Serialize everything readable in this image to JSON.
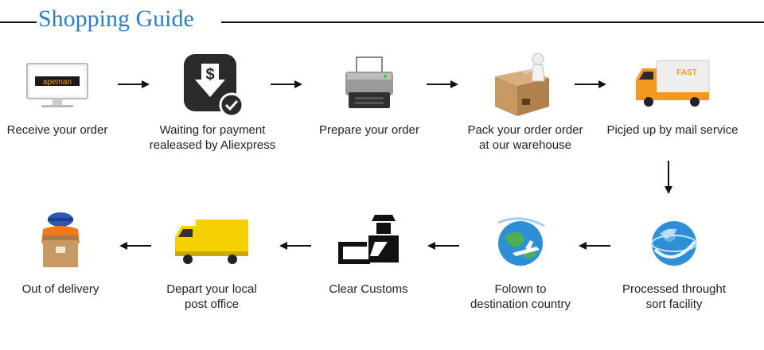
{
  "header": {
    "title": "Shopping Guide"
  },
  "steps": [
    {
      "label_lines": [
        "Receive your order"
      ],
      "icon": "monitor-icon",
      "brand": "apeman"
    },
    {
      "label_lines": [
        "Waiting for payment",
        "realeased by Aliexpress"
      ],
      "icon": "payment-icon"
    },
    {
      "label_lines": [
        "Prepare your order"
      ],
      "icon": "printer-icon"
    },
    {
      "label_lines": [
        "Pack your order order",
        "at our warehouse"
      ],
      "icon": "packing-box-icon"
    },
    {
      "label_lines": [
        "Picjed up by mail service"
      ],
      "icon": "delivery-truck-icon",
      "brand": "FAST"
    },
    {
      "label_lines": [
        "Processed throught",
        "sort facility"
      ],
      "icon": "globe-icon"
    },
    {
      "label_lines": [
        "Folown to",
        "destination country"
      ],
      "icon": "earth-plane-icon"
    },
    {
      "label_lines": [
        "Clear Customs"
      ],
      "icon": "customs-officer-icon"
    },
    {
      "label_lines": [
        "Depart your local",
        "post office"
      ],
      "icon": "yellow-truck-icon"
    },
    {
      "label_lines": [
        "Out of delivery"
      ],
      "icon": "courier-icon"
    }
  ],
  "colors": {
    "title": "#2c7fc6",
    "line": "#111111",
    "truck_orange": "#f39a1e",
    "truck_yellow": "#f6d000",
    "globe_blue": "#2e8fd6",
    "box_brown": "#c69862",
    "dark_icon": "#222222"
  }
}
